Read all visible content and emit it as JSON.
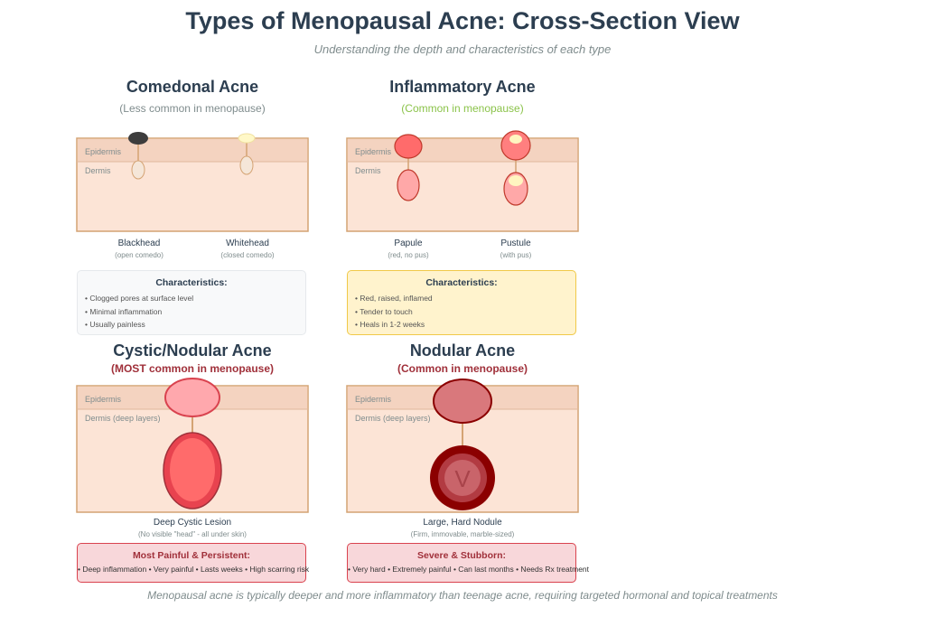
{
  "title": "Types of Menopausal Acne: Cross-Section View",
  "subtitle": "Understanding the depth and characteristics of each type",
  "colors": {
    "skin": "#fce4d6",
    "epidermis": "#f4d3c0",
    "border": "#d4a373",
    "green": "#8bc34a",
    "darkred": "#a0303a"
  },
  "sections": [
    {
      "title": "Comedonal Acne",
      "subtitle": "(Less common in menopause)",
      "layers": [
        "Epidermis",
        "Dermis"
      ],
      "lesions": [
        {
          "label": "Blackhead",
          "sublabel": "(open comedo)"
        },
        {
          "label": "Whitehead",
          "sublabel": "(closed comedo)"
        }
      ],
      "box_title": "Characteristics:",
      "points": [
        "Clogged pores at surface level",
        "Minimal inflammation",
        "Usually painless"
      ]
    },
    {
      "title": "Inflammatory Acne",
      "subtitle": "(Common in menopause)",
      "layers": [
        "Epidermis",
        "Dermis"
      ],
      "lesions": [
        {
          "label": "Papule",
          "sublabel": "(red, no pus)"
        },
        {
          "label": "Pustule",
          "sublabel": "(with pus)"
        }
      ],
      "box_title": "Characteristics:",
      "points": [
        "Red, raised, inflamed",
        "Tender to touch",
        "Heals in 1-2 weeks"
      ]
    },
    {
      "title": "Cystic/Nodular Acne",
      "subtitle": "(MOST common in menopause)",
      "layers": [
        "Epidermis",
        "Dermis (deep layers)"
      ],
      "lesions": [
        {
          "label": "Deep Cystic Lesion",
          "sublabel": "(No visible \"head\" - all under skin)"
        }
      ],
      "box_title": "Most Painful & Persistent:",
      "summary": "• Deep inflammation • Very painful • Lasts weeks • High scarring risk"
    },
    {
      "title": "Nodular Acne",
      "subtitle": "(Common in menopause)",
      "layers": [
        "Epidermis",
        "Dermis (deep layers)"
      ],
      "lesions": [
        {
          "label": "Large, Hard Nodule",
          "sublabel": "(Firm, immovable, marble-sized)"
        }
      ],
      "box_title": "Severe & Stubborn:",
      "summary": "• Very hard • Extremely painful • Can last months • Needs Rx treatment",
      "nodule_glyph": "V"
    }
  ],
  "footer": "Menopausal acne is typically deeper and more inflammatory than teenage acne, requiring targeted hormonal and topical treatments"
}
